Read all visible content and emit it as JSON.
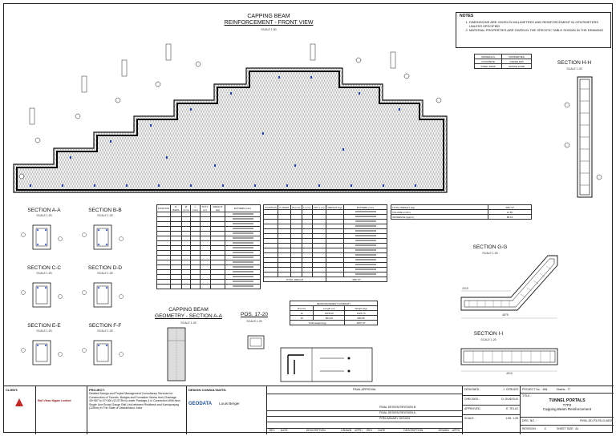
{
  "front_view": {
    "title_line1": "CAPPING BEAM",
    "title_line2": "REINFORCEMENT - FRONT VIEW",
    "scale": "SCALE 1:50"
  },
  "notes": {
    "heading": "NOTES",
    "items": [
      "DIMENSIONS ARE GIVEN IN MILLIMETRES AND REINFORCEMENT IN CENTIMETERS UNLESS SPECIFIED",
      "MATERIAL PROPERTIES ARE GIVEN IN THE SPECIFIC TABLE SHOWN IN THE DRAWING"
    ]
  },
  "materials": {
    "headers": [
      "MATERIALS",
      "PROPERTIES"
    ],
    "rows": [
      [
        "CONCRETE",
        "GRADE M35"
      ],
      [
        "STEEL BARS",
        "GRADE Fe500"
      ]
    ]
  },
  "sections": {
    "hh": {
      "label": "SECTION H-H",
      "scale": "SCALE 1:25"
    },
    "aa": {
      "label": "SECTION A-A",
      "scale": "SCALE 1:25"
    },
    "bb": {
      "label": "SECTION B-B",
      "scale": "SCALE 1:25"
    },
    "cc": {
      "label": "SECTION C-C",
      "scale": "SCALE 1:25"
    },
    "dd": {
      "label": "SECTION D-D",
      "scale": "SCALE 1:25"
    },
    "ee": {
      "label": "SECTION E-E",
      "scale": "SCALE 1:25"
    },
    "ff": {
      "label": "SECTION F-F",
      "scale": "SCALE 1:25"
    },
    "gg": {
      "label": "SECTION G-G",
      "scale": "SCALE 1:25"
    },
    "ii": {
      "label": "SECTION I-I",
      "scale": "SCALE 1:25"
    }
  },
  "geometry": {
    "title_line1": "CAPPING BEAM",
    "title_line2": "GEOMETRY - SECTION A-A",
    "scale": "SCALE 1:25"
  },
  "pos": {
    "title": "POS. 17-20",
    "scale": "SCALE 1:25"
  },
  "bar_table_headers": [
    "POSITION",
    "N. BARS",
    "Ø (mm)",
    "L (mm)",
    "TOT L (m)",
    "WEIGHT (kg)",
    "PATTERN (mm)"
  ],
  "weight_summary": {
    "rows": [
      [
        "TOTAL WEIGHT (kg)",
        "4057.97"
      ],
      [
        "VOLUME (m3/m)",
        "11.55"
      ],
      [
        "INCIDENCE (kg/m³)",
        "88.16"
      ]
    ]
  },
  "reinforcement_summary": {
    "title": "REINFORCEMENT SUMMARY",
    "headers": [
      "Ø (mm)",
      "Length (m)",
      "Weight (kg)"
    ],
    "rows": [
      [
        "12",
        "1605.60",
        "1425.73"
      ],
      [
        "16",
        "864.16",
        "682.55"
      ]
    ],
    "total_label": "Total weight (kg)",
    "total": "4057.97"
  },
  "bar_total": {
    "label": "TOTAL WEIGHT",
    "value": "4057.97"
  },
  "dims": {
    "g1": "2410",
    "g2": "4875",
    "i1": "4910"
  },
  "titleblock": {
    "client_label": "CLIENT:",
    "client_name": "Rail Vikas Nigam Limited",
    "project_label": "PROJECT:",
    "project_text": "Detailed Design and Project Management Consultancy Services for Construction of Tunnels, Bridges and Formation Works from Chainage 33+087 to 47+060 (13.973Km) under Package-4 in Connection With New Single Line Broad Gauge Rail Link between Rishikesh and Karnaprayag (125km) in The State of Uttarakhand, India",
    "consultants_label": "DESIGN CONSULTANTS:",
    "geodata": "GEODATA",
    "louis_berger": "Louis Berger",
    "final_approval": "FINAL APPROVAL",
    "designed_label": "DESIGNED :",
    "designed": "J. CERLIER",
    "checked_label": "CHECKED :",
    "checked": "D. GUIDOUX",
    "approved_label": "APPROVED :",
    "approved": "E. TELLE",
    "scale_label": "SCALE :",
    "scale": "1:50, 1:25",
    "project_no_label": "PROJECT No. :",
    "project_no": "664",
    "sheets_label": "Sheets :",
    "sheets": "77",
    "title_label": "TITLE :",
    "title1": "TUNNEL PORTALS",
    "title2": "T7P2",
    "title3": "Capping Beam Reinforcement",
    "drg_label": "DRG. NO. :",
    "drg": "RVNL-DD-P3-RD-D-0633",
    "revision_label": "REVISION :",
    "revision": "C",
    "sheet_size_label": "SHEET SIZE :",
    "sheet_size": "A1",
    "rev_headers": [
      "REV",
      "DATE",
      "DESCRIPTION",
      "DRAWN",
      "APPD",
      "REV",
      "DATE",
      "DESCRIPTION",
      "DRAWN",
      "APPD"
    ],
    "rev_rows": [
      "FINAL DESIGN REVISION B",
      "FINAL DESIGN REVISION A",
      "PRELIMINARY DESIGN"
    ]
  }
}
